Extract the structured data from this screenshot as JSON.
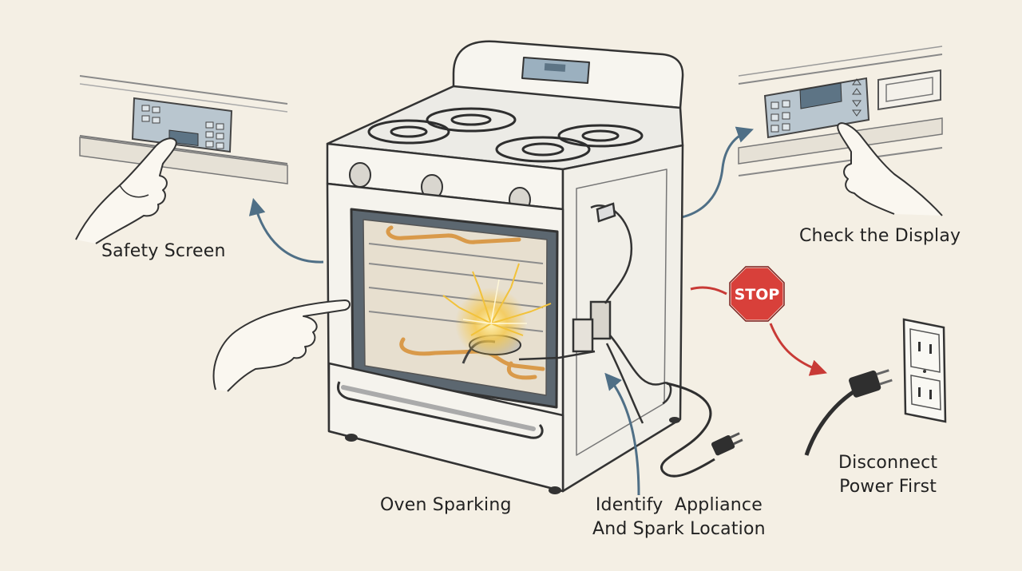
{
  "labels": {
    "safety_screen": "Safety Screen",
    "check_display": "Check the Display",
    "oven_sparking": "Oven Sparking",
    "identify_line1": "Identify  Appliance",
    "identify_line2": "And Spark Location",
    "disconnect_line1": "Disconnect",
    "disconnect_line2": "Power First",
    "stop_sign": "STOP"
  },
  "colors": {
    "background": "#f4efe4",
    "ink": "#3a3a3a",
    "arrow_blue": "#4f6f86",
    "arrow_red": "#c83a36",
    "stop_red": "#d8403a",
    "spark": "#f2c23a",
    "element_orange": "#d99a4a",
    "panel_blue": "#9bb0bf"
  }
}
